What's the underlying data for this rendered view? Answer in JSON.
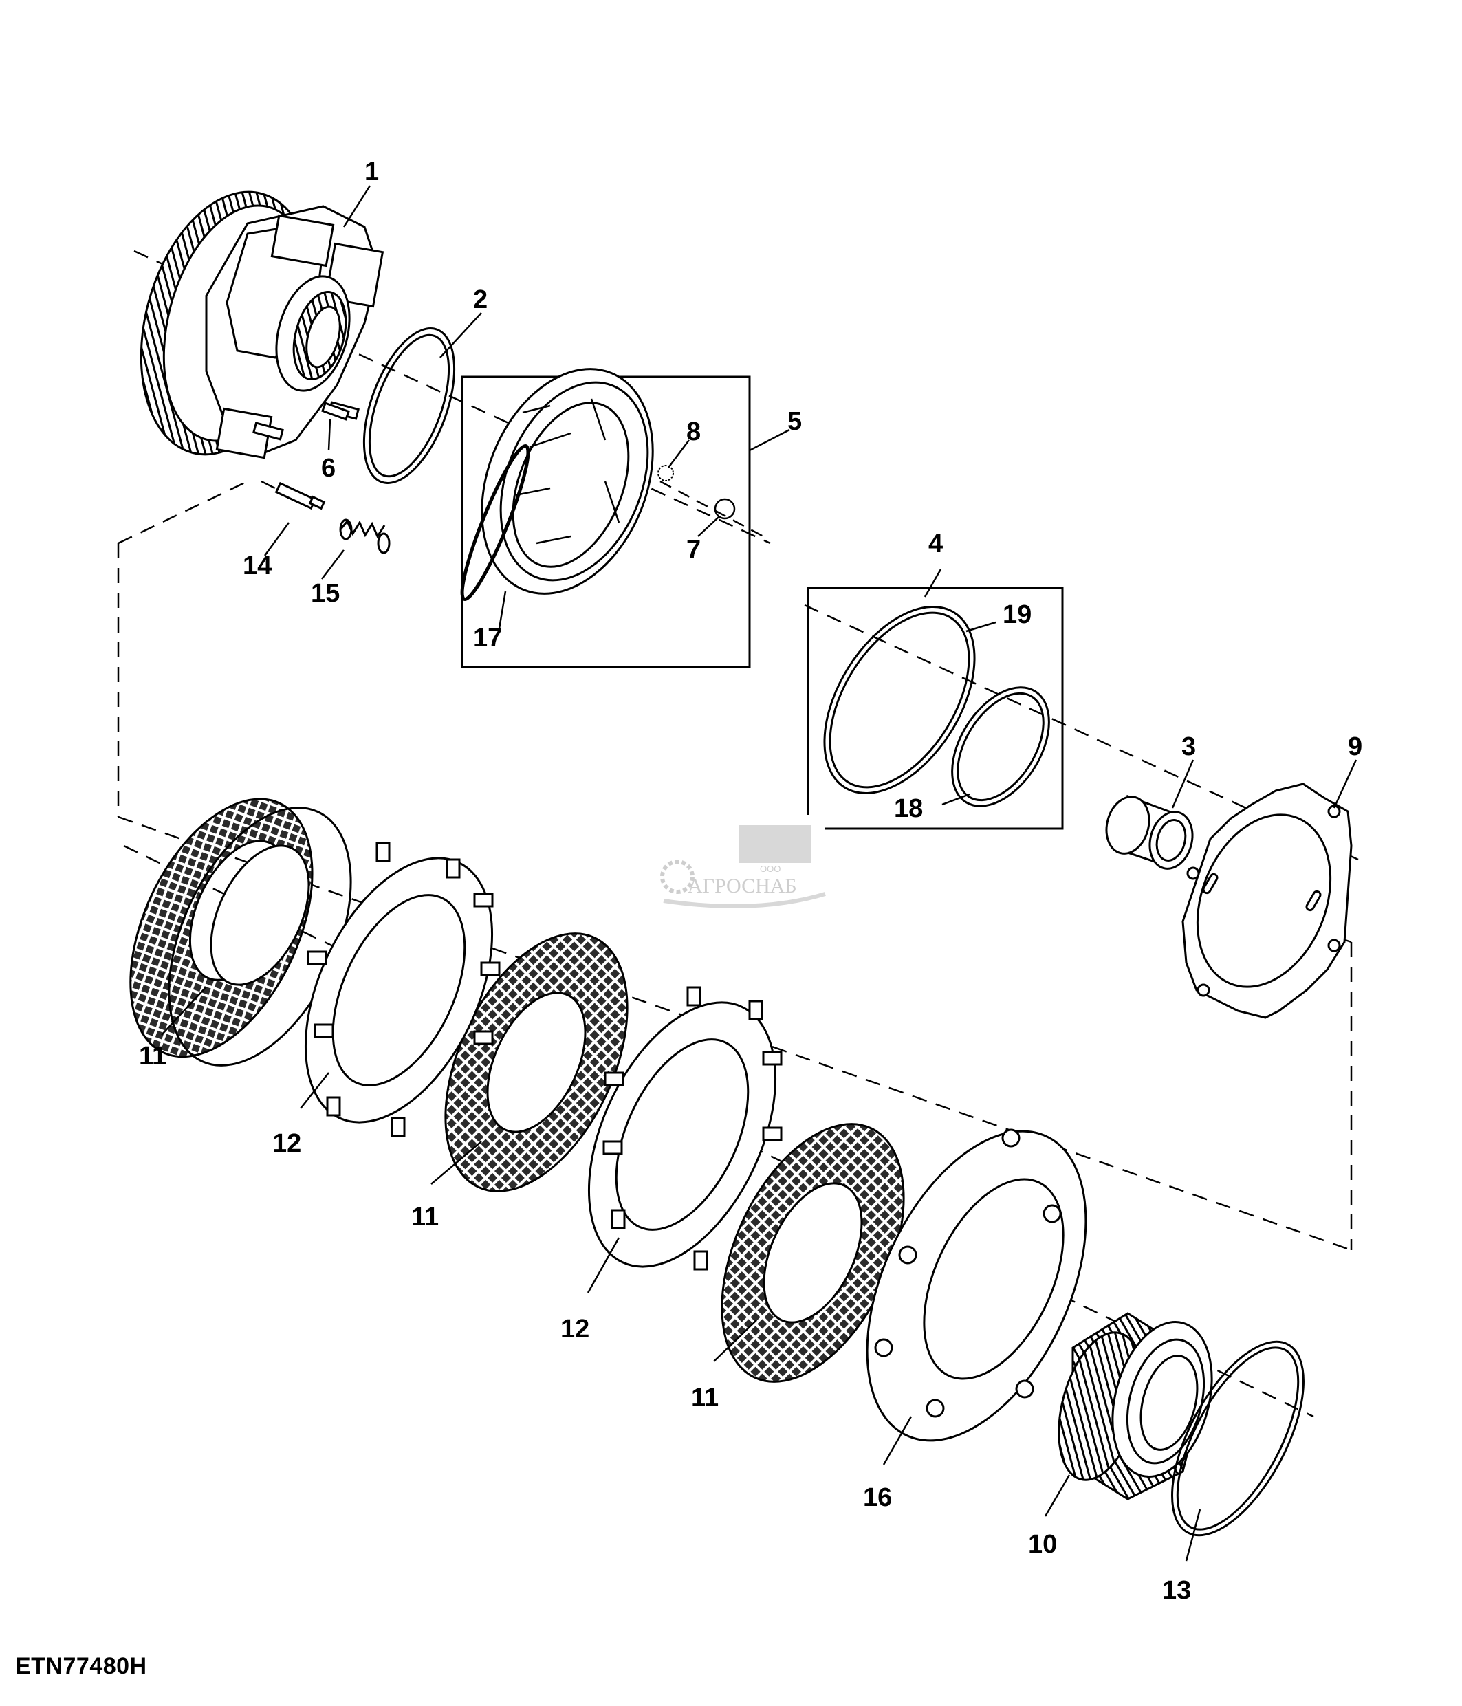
{
  "figure_id": "ETN77480H",
  "watermark": {
    "brand": "АГРОСНАБ",
    "prefix": "ООО"
  },
  "callouts": {
    "c1": "1",
    "c2": "2",
    "c3": "3",
    "c4": "4",
    "c5": "5",
    "c6": "6",
    "c7": "7",
    "c8": "8",
    "c9": "9",
    "c10": "10",
    "c11a": "11",
    "c11b": "11",
    "c11c": "11",
    "c12a": "12",
    "c12b": "12",
    "c13": "13",
    "c14": "14",
    "c15": "15",
    "c16": "16",
    "c17": "17",
    "c18": "18",
    "c19": "19"
  },
  "colors": {
    "line": "#000000",
    "background": "#ffffff",
    "friction_fill": "#3a3a3a",
    "watermark": "#c9c9c9"
  }
}
